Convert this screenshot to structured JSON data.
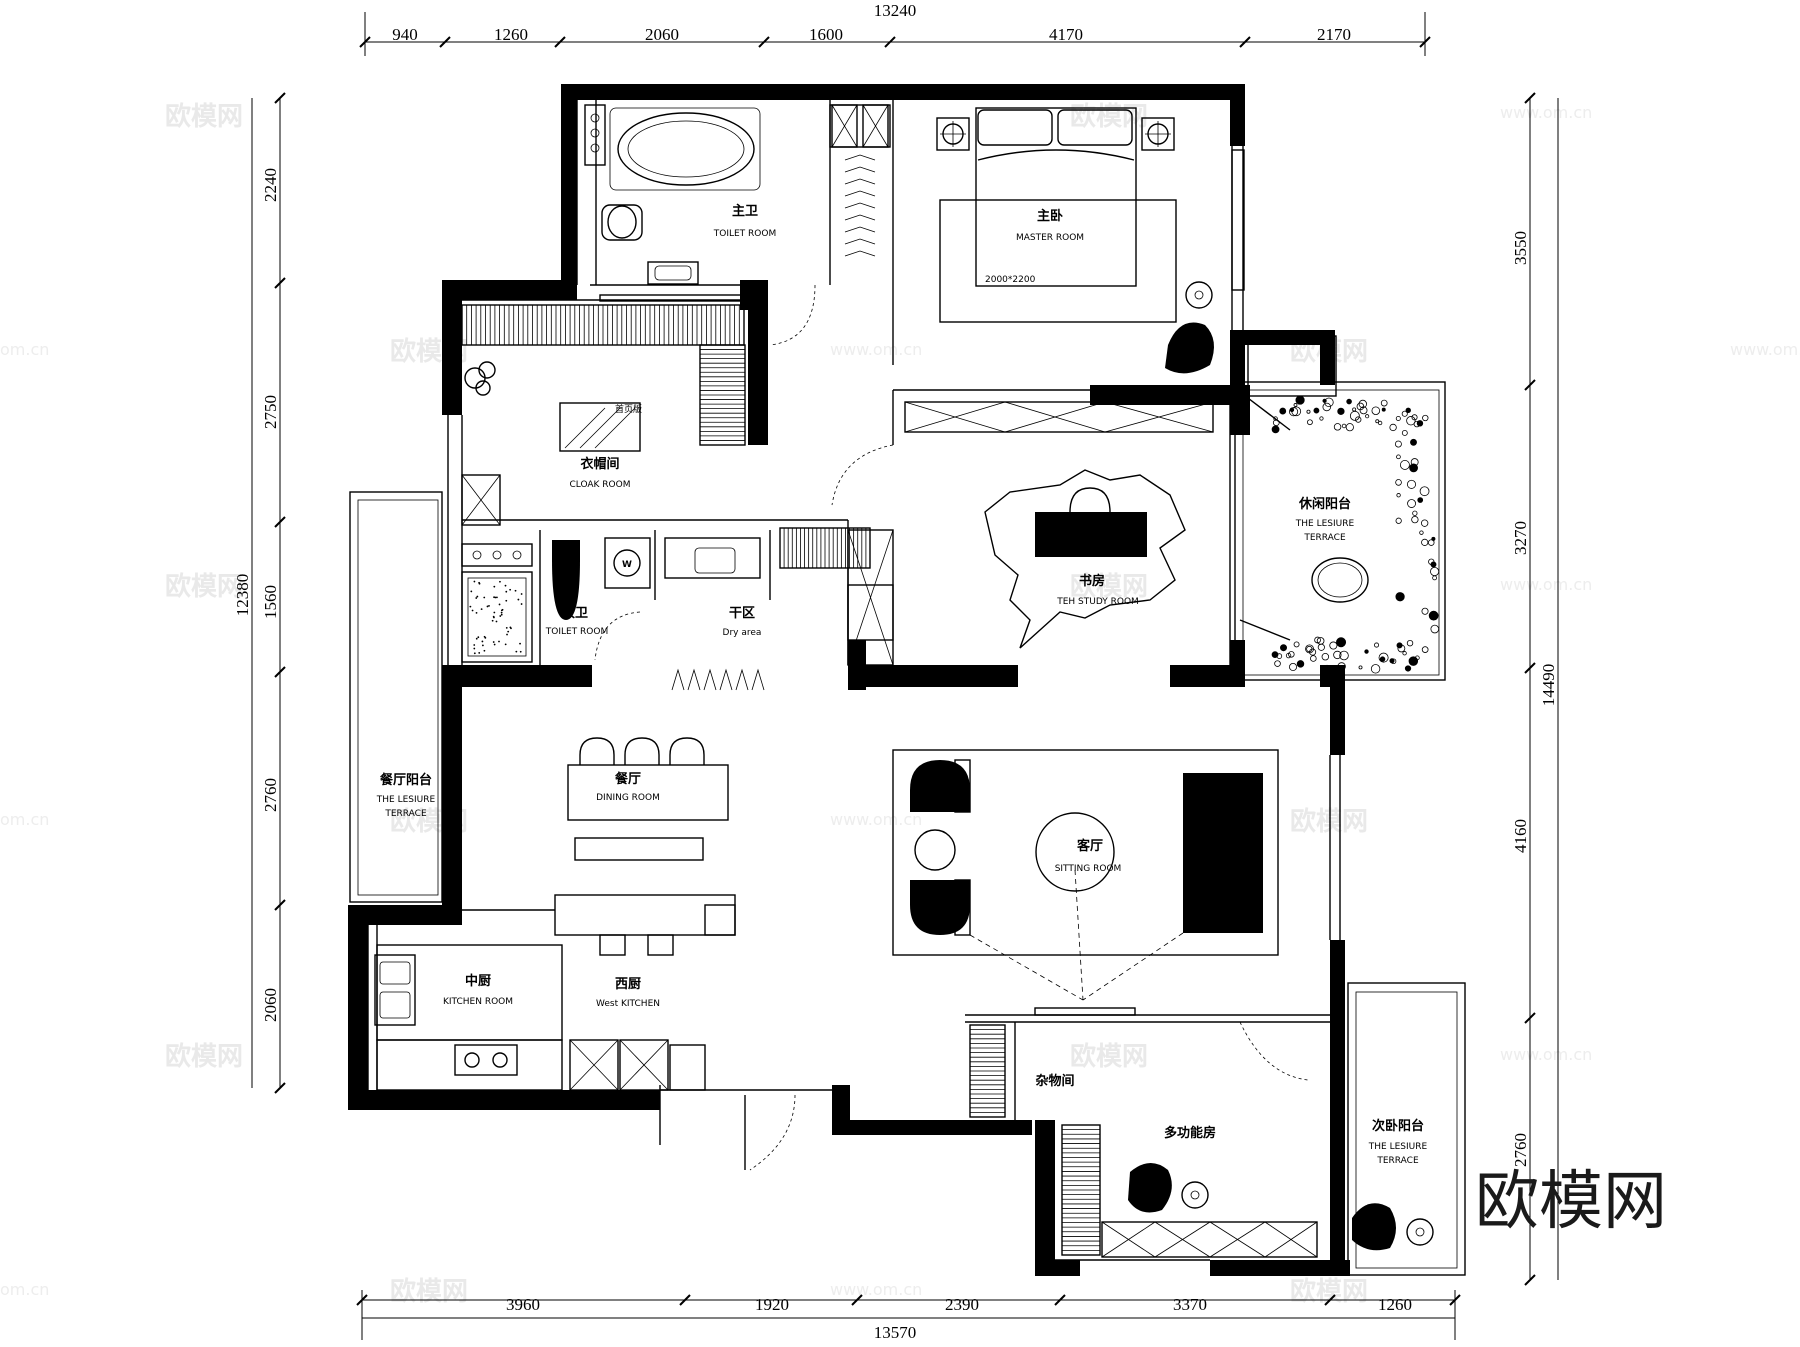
{
  "dimensions": {
    "top_total": "13240",
    "top_segments": [
      "940",
      "1260",
      "2060",
      "1600",
      "4170",
      "2170"
    ],
    "bottom_total": "13570",
    "bottom_segments": [
      "3960",
      "1920",
      "2390",
      "3370",
      "1260"
    ],
    "left_total": "12380",
    "left_segments": [
      "2240",
      "2750",
      "1560",
      "2760",
      "2060"
    ],
    "right_total": "14490",
    "right_segments": [
      "3550",
      "3270",
      "4160",
      "2760"
    ]
  },
  "rooms": {
    "master_bath": {
      "cn": "主卫",
      "en": "TOILET ROOM"
    },
    "master_bedroom": {
      "cn": "主卧",
      "en": "MASTER ROOM"
    },
    "bed_size": "2000*2200",
    "cloak": {
      "cn": "衣帽间",
      "en": "CLOAK ROOM"
    },
    "cloak_tv_tag": "首页版",
    "study": {
      "cn": "书房",
      "en": "TEH STUDY ROOM"
    },
    "leisure_terrace": {
      "cn": "休闲阳台",
      "en1": "THE LESIURE",
      "en2": "TERRACE"
    },
    "second_bath": {
      "cn": "次卫",
      "en": "TOILET ROOM"
    },
    "dry_area": {
      "cn": "干区",
      "en": "Dry area"
    },
    "dining_terrace": {
      "cn": "餐厅阳台",
      "en1": "THE LESIURE",
      "en2": "TERRACE"
    },
    "dining": {
      "cn": "餐厅",
      "en": "DINING ROOM"
    },
    "sitting": {
      "cn": "客厅",
      "en": "SITTING ROOM"
    },
    "kitchen": {
      "cn": "中厨",
      "en": "KITCHEN ROOM"
    },
    "west_kitchen": {
      "cn": "西厨",
      "en": "West KITCHEN"
    },
    "storage": {
      "cn": "杂物间"
    },
    "multi": {
      "cn": "多功能房"
    },
    "second_terrace": {
      "cn": "次卧阳台",
      "en1": "THE LESIURE",
      "en2": "TERRACE"
    }
  },
  "washer_mark": "W",
  "watermark": {
    "cn": "欧模网",
    "url": "www.om.cn",
    "url_short": "om.cn",
    "logo": "欧模网"
  }
}
